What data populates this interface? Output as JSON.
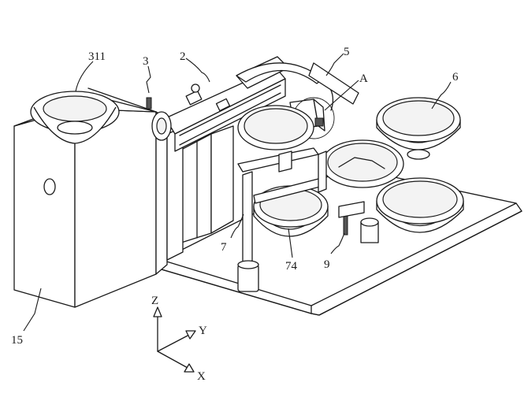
{
  "labels": {
    "hopper": "311",
    "part_3": "3",
    "part_2": "2",
    "part_5": "5",
    "detail_a": "A",
    "part_6": "6",
    "part_7": "7",
    "part_74": "74",
    "part_9": "9",
    "cabinet": "15"
  },
  "axes": {
    "z": "Z",
    "y": "Y",
    "x": "X"
  }
}
